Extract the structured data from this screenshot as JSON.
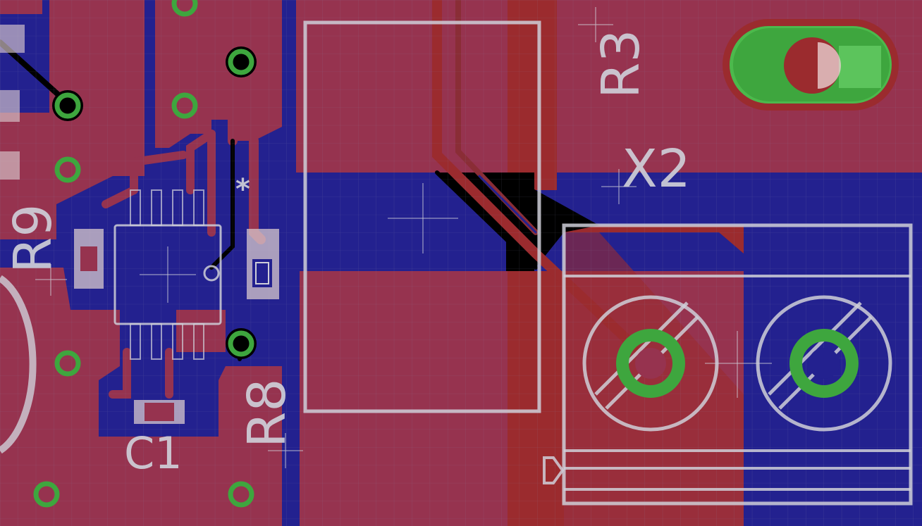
{
  "board": {
    "labels": {
      "r3": "R3",
      "x2": "X2",
      "r9": "R9",
      "r8": "R8",
      "c1": "C1",
      "pin1": "*"
    }
  },
  "colors": {
    "background": "#000000",
    "top_copper": "#96334f",
    "top_copper_bright": "#9b2b2e",
    "bottom_copper": "#23218f",
    "silkscreen": "#cfcfd8",
    "via_ring": "#3ea63e",
    "pad": "#4cb94c",
    "grid": "#8a8aa8"
  },
  "icons": {
    "via": "via-icon",
    "origin": "origin-cross-icon",
    "polarity": "polarity-marker-icon"
  }
}
